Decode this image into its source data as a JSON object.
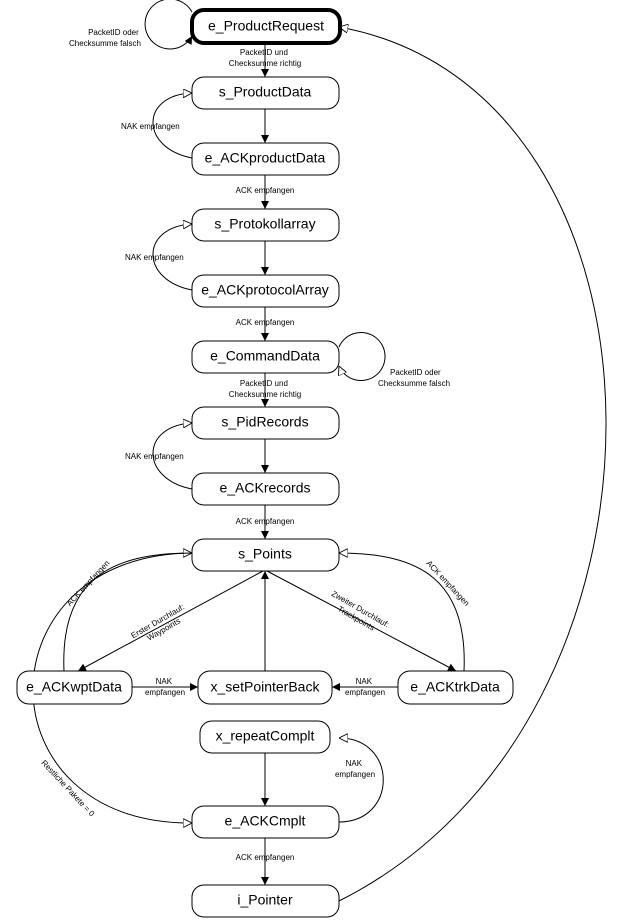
{
  "nodes": {
    "product_request": "e_ProductRequest",
    "product_data": "s_ProductData",
    "ack_product_data": "e_ACKproductData",
    "protokollarray": "s_Protokollarray",
    "ack_protocol_array": "e_ACKprotocolArray",
    "command_data": "e_CommandData",
    "pid_records": "s_PidRecords",
    "ack_records": "e_ACKrecords",
    "points": "s_Points",
    "ack_wpt_data": "e_ACKwptData",
    "set_pointer_back": "x_setPointerBack",
    "ack_trk_data": "e_ACKtrkData",
    "repeat_complt": "x_repeatComplt",
    "ack_complt": "e_ACKCmplt",
    "pointer": "i_Pointer"
  },
  "labels": {
    "packet_false_1": [
      "PacketID oder",
      "Checksumme falsch"
    ],
    "packet_ok_1": [
      "PacketID und",
      "Checksumme richtig"
    ],
    "nak_1": "NAK empfangen",
    "ack_1": "ACK empfangen",
    "nak_2": "NAK empfangen",
    "ack_2": "ACK empfangen",
    "packet_false_2": [
      "PacketID oder",
      "Checksumme falsch"
    ],
    "packet_ok_2": [
      "PacketID und",
      "Checksumme richtig"
    ],
    "nak_3": "NAK empfangen",
    "ack_3": "ACK empfangen",
    "ack_left": "ACK empfangen",
    "ack_right": "ACK empfangen",
    "first_run": [
      "Erster Durchlauf:",
      "Waypoints"
    ],
    "second_run": [
      "Zweiter Durchlauf:",
      "Trackpoints"
    ],
    "nak_left": [
      "NAK",
      "empfangen"
    ],
    "nak_right": [
      "NAK",
      "empfangen"
    ],
    "nak_repeat": [
      "NAK",
      "empfangen"
    ],
    "remaining": "Restliche Pakete = 0",
    "ack_4": "ACK empfangen"
  }
}
